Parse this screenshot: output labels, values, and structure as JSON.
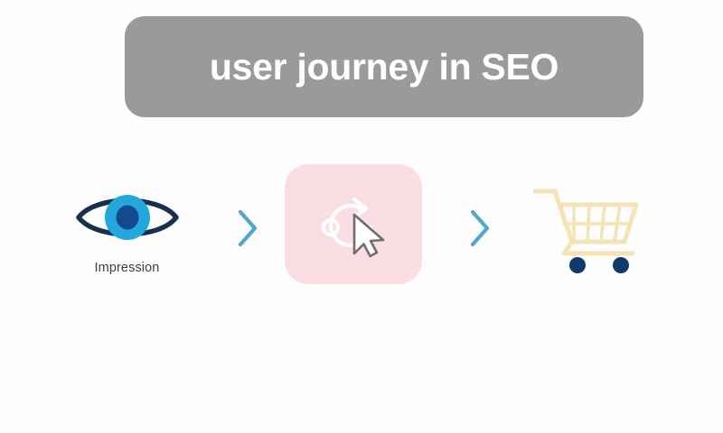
{
  "banner": {
    "title": "user journey in SEO",
    "background_color": "#9A9A9A",
    "text_color": "#FFFFFF"
  },
  "canvas": {
    "background_color": "#FEFEFE"
  },
  "journey": {
    "connector_color": "#4FA8CC",
    "steps": [
      {
        "id": "impression",
        "icon": "eye-icon",
        "label": "Impression",
        "label_color": "#3A3F47",
        "colors": {
          "outline": "#16304F",
          "iris": "#23A8DE",
          "pupil": "#134A8E"
        }
      },
      {
        "id": "click",
        "icon": "click-cursor-icon",
        "label": "",
        "colors": {
          "tile": "#FBDDE4",
          "glyph": "#FFFFFF",
          "cursor_outline": "#6E6E6E"
        }
      },
      {
        "id": "purchase",
        "icon": "shopping-cart-icon",
        "label": "",
        "colors": {
          "cart": "#F6E3B5",
          "wheels": "#103A6B"
        }
      }
    ],
    "connectors": [
      {
        "id": "connector-1",
        "icon": "chevron-right-icon"
      },
      {
        "id": "connector-2",
        "icon": "chevron-right-icon"
      }
    ]
  }
}
